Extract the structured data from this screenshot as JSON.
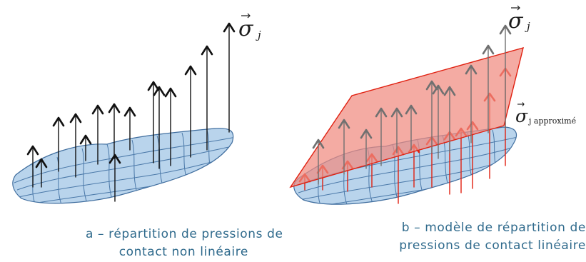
{
  "panel_a": {
    "sigma_label": "σ",
    "sigma_subscript": "j",
    "caption_line1": "a – répartition de pressions de",
    "caption_line2": "contact non linéaire"
  },
  "panel_b": {
    "sigma_label": "σ",
    "sigma_subscript": "j",
    "approx_label": "σ",
    "approx_subscript": "j approximé",
    "caption_line1": "b – modèle de répartition de",
    "caption_line2": "pressions de contact linéaire"
  },
  "colors": {
    "surface_fill": "#b9d4ec",
    "surface_stroke": "#3f6d9e",
    "plane_fill": "#f08a80",
    "plane_stroke": "#e02010",
    "arrow_dark": "#111111",
    "arrow_gray": "#707070",
    "arrow_red": "#e02010",
    "caption_color": "#2f6a8c"
  }
}
